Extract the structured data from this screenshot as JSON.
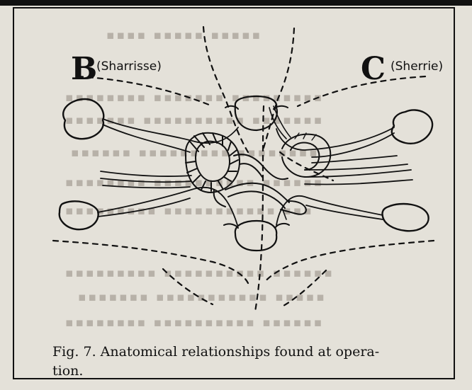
{
  "figure": {
    "label_b": "B",
    "label_b_name": "(Sharrisse)",
    "label_c": "C",
    "label_c_name": "(Sherrie)",
    "caption_line1": "Fig. 7. Anatomical relationships found at opera-",
    "caption_line2": "tion."
  },
  "colors": {
    "ink": "#111111",
    "paper": "#e4e1d9",
    "bleed_through": "#b7b1a8"
  }
}
